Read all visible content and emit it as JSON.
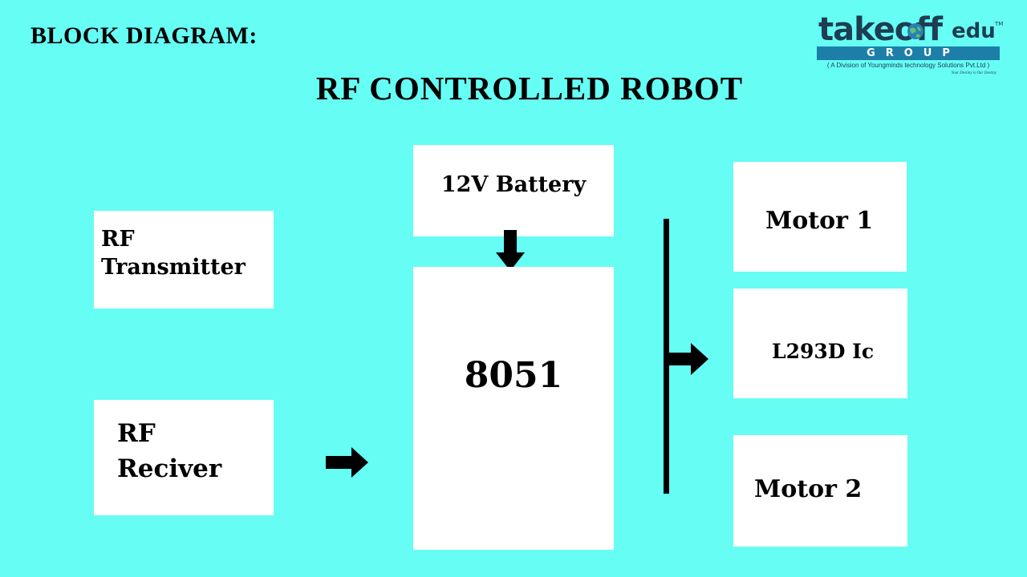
{
  "slide": {
    "heading": "BLOCK DIAGRAM:",
    "title": "RF CONTROLLED ROBOT"
  },
  "logo": {
    "word_main": "takeoff",
    "word_suffix": "edu",
    "trademark": "TM",
    "group": "GROUP",
    "subtitle": "( A Division of Youngminds technology Solutions Pvt.Ltd )",
    "tagline": "Your Destiny is Our Destiny",
    "colors": {
      "navy": "#1d3e52",
      "blue": "#1d7fa8",
      "accent": "#2a7fb5"
    },
    "icon": "globe-icon"
  },
  "blocks": {
    "rf_transmitter": {
      "line1": "RF",
      "line2": "Transmitter"
    },
    "rf_receiver": {
      "line1": "RF",
      "line2": "Reciver"
    },
    "battery": "12V Battery",
    "microcontroller": "8051",
    "motor1": "Motor 1",
    "driver": "L293D Ic",
    "motor2": "Motor 2"
  },
  "connections": [
    {
      "from": "12V Battery",
      "to": "8051",
      "icon": "arrow-down-icon"
    },
    {
      "from": "RF Reciver",
      "to": "8051",
      "icon": "arrow-right-icon"
    },
    {
      "from": "8051",
      "to": "L293D Ic",
      "icon": "arrow-right-icon"
    }
  ],
  "colors": {
    "background": "#66fdf5",
    "block": "#ffffff",
    "text": "#000000"
  }
}
